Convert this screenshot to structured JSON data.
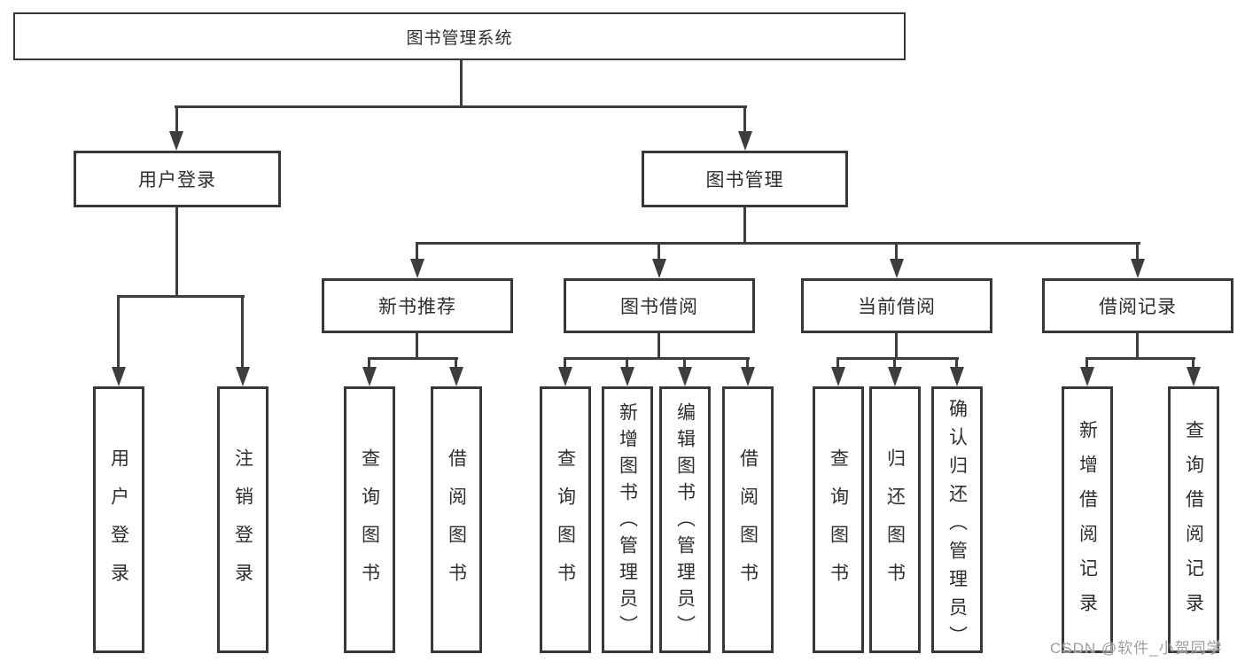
{
  "tree": {
    "root": {
      "label": "图书管理系统"
    },
    "children": [
      {
        "label": "用户登录",
        "children": [
          {
            "label": "用户登录"
          },
          {
            "label": "注销登录"
          }
        ]
      },
      {
        "label": "图书管理",
        "children": [
          {
            "label": "新书推荐",
            "children": [
              {
                "label": "查询图书"
              },
              {
                "label": "借阅图书"
              }
            ]
          },
          {
            "label": "图书借阅",
            "children": [
              {
                "label": "查询图书"
              },
              {
                "label": "新增图书（管理员）"
              },
              {
                "label": "编辑图书（管理员）"
              },
              {
                "label": "借阅图书"
              }
            ]
          },
          {
            "label": "当前借阅",
            "children": [
              {
                "label": "查询图书"
              },
              {
                "label": "归还图书"
              },
              {
                "label": "确认归还（管理员）"
              }
            ]
          },
          {
            "label": "借阅记录",
            "children": [
              {
                "label": "新增借阅记录"
              },
              {
                "label": "查询借阅记录"
              }
            ]
          }
        ]
      }
    ]
  },
  "watermark": {
    "text": "CSDN @软件_小贺同学"
  },
  "colors": {
    "line": "#3d3d3d",
    "border": "#383838",
    "text": "#2e2e2e",
    "watermark": "#9e9e9e",
    "background": "#ffffff"
  }
}
